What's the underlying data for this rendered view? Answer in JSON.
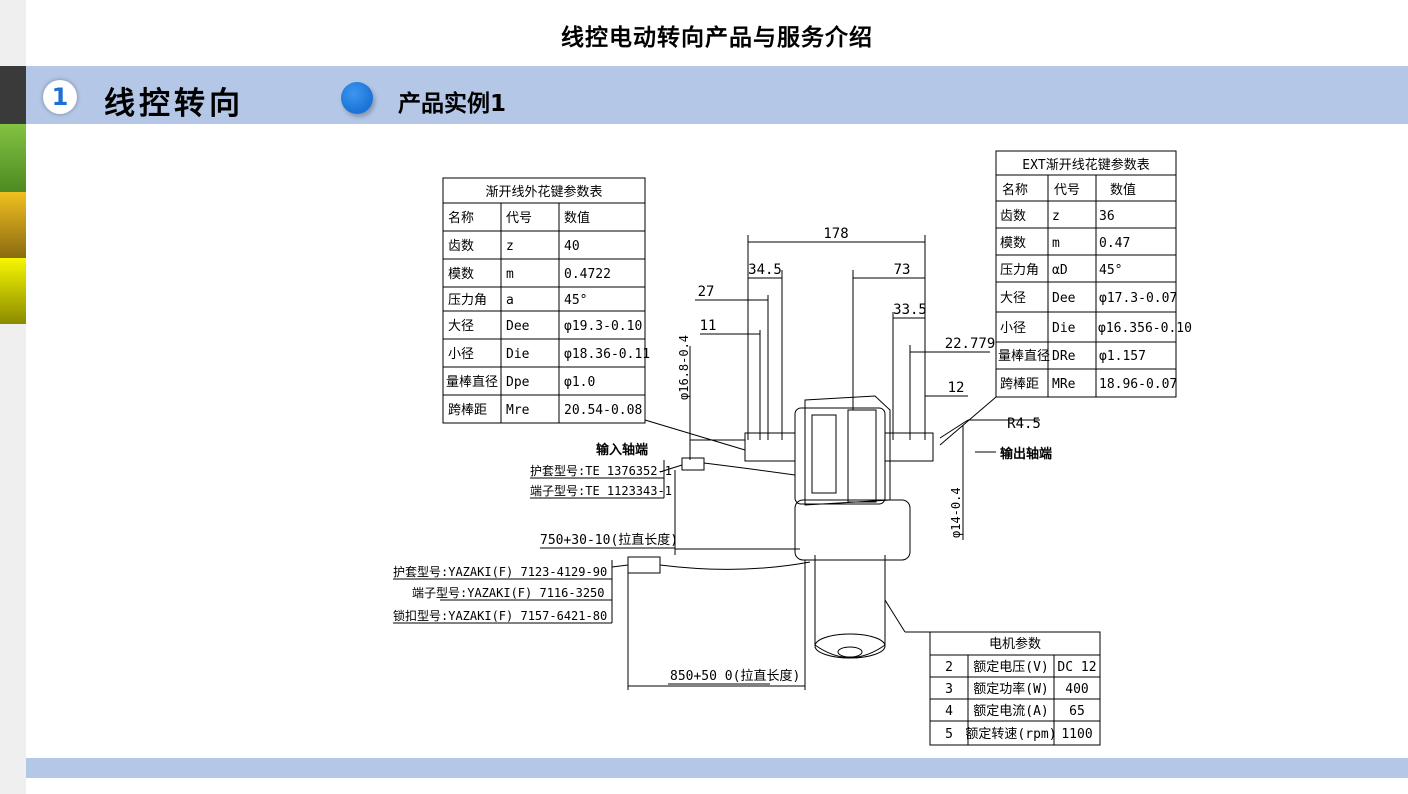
{
  "slide_title": "线控电动转向产品与服务介绍",
  "section": {
    "number": "1",
    "title": "线控转向",
    "subtitle": "产品实例1"
  },
  "colors": {
    "band": "#b4c7e7",
    "accent": "#1f6fd2",
    "rail_segments": [
      "#3a3a3a",
      "#6aa832",
      "#c39a1a",
      "#c6cc08"
    ]
  },
  "drawing": {
    "ext_table": {
      "title": "渐开线外花键参数表",
      "headers": [
        "名称",
        "代号",
        "数值"
      ],
      "rows": [
        [
          "齿数",
          "z",
          "40"
        ],
        [
          "模数",
          "m",
          "0.4722"
        ],
        [
          "压力角",
          "a",
          "45°"
        ],
        [
          "大径",
          "Dee",
          "φ19.3-0.10"
        ],
        [
          "小径",
          "Die",
          "φ18.36-0.11"
        ],
        [
          "量棒直径",
          "Dpe",
          "φ1.0"
        ],
        [
          "跨棒距",
          "Mre",
          "20.54-0.08"
        ]
      ]
    },
    "int_table": {
      "title": "EXT渐开线花键参数表",
      "headers": [
        "名称",
        "代号",
        "数值"
      ],
      "rows": [
        [
          "齿数",
          "z",
          "36"
        ],
        [
          "模数",
          "m",
          "0.47"
        ],
        [
          "压力角",
          "αD",
          "45°"
        ],
        [
          "大径",
          "Dee",
          "φ17.3-0.07"
        ],
        [
          "小径",
          "Die",
          "φ16.356-0.10"
        ],
        [
          "量棒直径",
          "DRe",
          "φ1.157"
        ],
        [
          "跨棒距",
          "MRe",
          "18.96-0.07"
        ]
      ]
    },
    "motor_table": {
      "title": "电机参数",
      "rows": [
        [
          "2",
          "额定电压(V)",
          "DC 12"
        ],
        [
          "3",
          "额定功率(W)",
          "400"
        ],
        [
          "4",
          "额定电流(A)",
          "65"
        ],
        [
          "5",
          "额定转速(rpm)",
          "1100"
        ]
      ]
    },
    "dimensions": {
      "d178": "178",
      "d34_5": "34.5",
      "d73": "73",
      "d27": "27",
      "d33_5": "33.5",
      "d11": "11",
      "d22_779": "22.779",
      "d12": "12",
      "r4_5": "R4.5",
      "phi16_8": "φ16.8-0.4",
      "phi14": "φ14-0.4",
      "len750": "750+30-10(拉直长度)",
      "len850": "850+50 0(拉直长度)"
    },
    "labels": {
      "input_end": "输入轴端",
      "output_end": "输出轴端",
      "sheath1": "护套型号:TE 1376352-1",
      "terminal1": "端子型号:TE 1123343-1",
      "sheath2": "护套型号:YAZAKI(F) 7123-4129-90",
      "terminal2": "端子型号:YAZAKI(F) 7116-3250",
      "lock2": "锁扣型号:YAZAKI(F) 7157-6421-80"
    }
  }
}
